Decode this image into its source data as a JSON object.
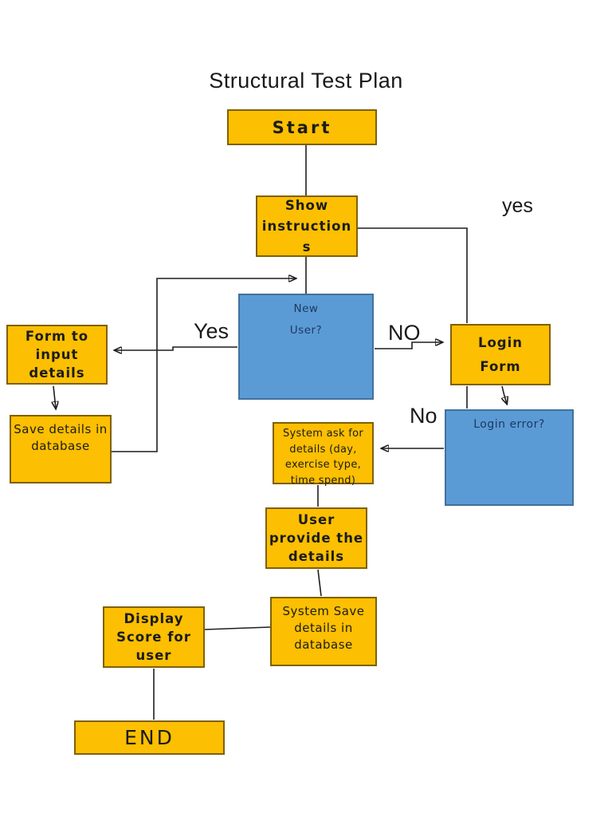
{
  "title": "Structural Test Plan",
  "colors": {
    "process_fill": "#FCBF01",
    "process_border": "#7F6000",
    "decision_fill": "#5B9BD5",
    "decision_border": "#41719C",
    "decision_text": "#1F3864",
    "text": "#1c1c1c",
    "line": "#1f1f1f"
  },
  "nodes": {
    "start": "Start",
    "show_instructions": [
      "Show",
      "instruction",
      "s"
    ],
    "new_user": [
      "New",
      "User?"
    ],
    "login_form": [
      "Login",
      "Form"
    ],
    "form_to_input": [
      "Form to",
      "input",
      "details"
    ],
    "save_details": [
      "Save details in",
      "database"
    ],
    "login_error": "Login error?",
    "system_ask": [
      "System ask for",
      "details (day,",
      "exercise type,",
      "time spend)"
    ],
    "user_provide": [
      "User",
      "provide the",
      "details"
    ],
    "system_save": [
      "System Save",
      "details in",
      "database"
    ],
    "display_score": [
      "Display",
      "Score for",
      "user"
    ],
    "end": "END"
  },
  "edge_labels": {
    "yes_top": "yes",
    "yes_left": "Yes",
    "no_right": "NO",
    "no_bottom": "No"
  }
}
